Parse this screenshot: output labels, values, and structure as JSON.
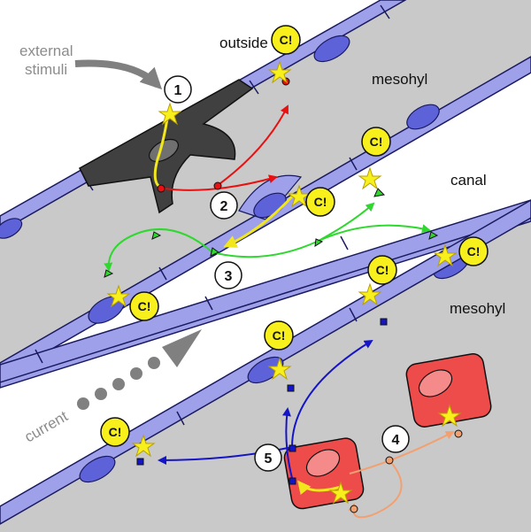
{
  "labels": {
    "outside": "outside",
    "mesohyl_top": "mesohyl",
    "canal": "canal",
    "mesohyl_bottom": "mesohyl",
    "external_stimuli": [
      "external",
      "stimuli"
    ],
    "current": "current"
  },
  "step_numbers": [
    "1",
    "2",
    "3",
    "4",
    "5"
  ],
  "signal_badge": "C!",
  "colors": {
    "background": "#c9c9c9",
    "canal": "#ffffff",
    "epithelial_cell": "#9ea1ea",
    "epithelial_nucleus": "#5d62d8",
    "stimulus_cell": "#404040",
    "red_cell": "#ee4b4b",
    "red_path": "#e81010",
    "yellow_path": "#f2e61c",
    "green_path": "#2ed82e",
    "blue_path": "#1515c8",
    "orange_path": "#f2a070",
    "badge": "#f7f01c",
    "arrow_grey": "#808080"
  }
}
